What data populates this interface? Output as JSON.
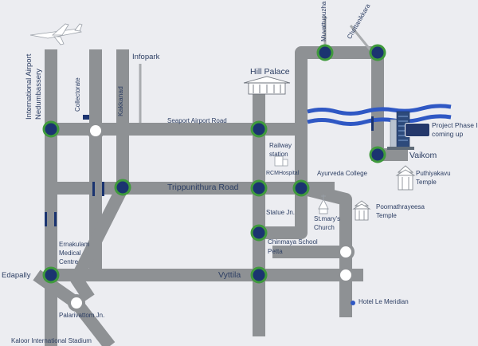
{
  "roads": {
    "seaport_airport_road": "Seaport Airport Road",
    "trippunithura_road": "Trippunithura Road",
    "vyttila": "Vyttila",
    "vaikom": "Vaikom",
    "edapally": "Edapally"
  },
  "places": {
    "international_airport": "International Airport",
    "nedumbassery": "Nedumbassery",
    "collectorate": "Collectorate",
    "kakkanad": "Kakkanad",
    "infopark": "Infopark",
    "hill_palace": "Hill Palace",
    "muvattupuzha": "Muvattupuzha",
    "chottanikkara": "Chottanikkara",
    "railway_station_l1": "Railway",
    "railway_station_l2": "station",
    "rcm_hospital": "RCMHospital",
    "ayurveda_college": "Ayurveda College",
    "puthiyakavu_temple_l1": "Puthiyakavu",
    "puthiyakavu_temple_l2": "Temple",
    "poornathrayeesa_temple_l1": "Poornathrayeesa",
    "poornathrayeesa_temple_l2": "Temple",
    "statue_jn": "Statue Jn.",
    "st_marys_church_l1": "St.mary's",
    "st_marys_church_l2": "Church",
    "chinmaya_school": "Chinmaya School",
    "petta": "Petta",
    "ernakulam_medical_centre_l1": "Ernakulam",
    "ernakulam_medical_centre_l2": "Medical",
    "ernakulam_medical_centre_l3": "Centre",
    "palarivattom_jn": "Palarivattom Jn.",
    "kaloor_stadium": "Kaloor International Stadium",
    "hotel_le_meridian": "Hotel Le Meridian"
  },
  "project": {
    "label_l1": "Project Phase II",
    "label_l2": "coming up"
  },
  "colors": {
    "background": "#ecedf1",
    "road": "#8e9194",
    "junction_fill": "#1b3470",
    "junction_ring": "#3f9a3c",
    "roundabout_fill": "#ffffff",
    "river": "#2f58c4",
    "label_text": "#2c3e63"
  },
  "icons": [
    "airplane-icon",
    "hill-palace-icon",
    "temple-icon",
    "church-icon",
    "hospital-building-icon",
    "tower-building-icon"
  ]
}
